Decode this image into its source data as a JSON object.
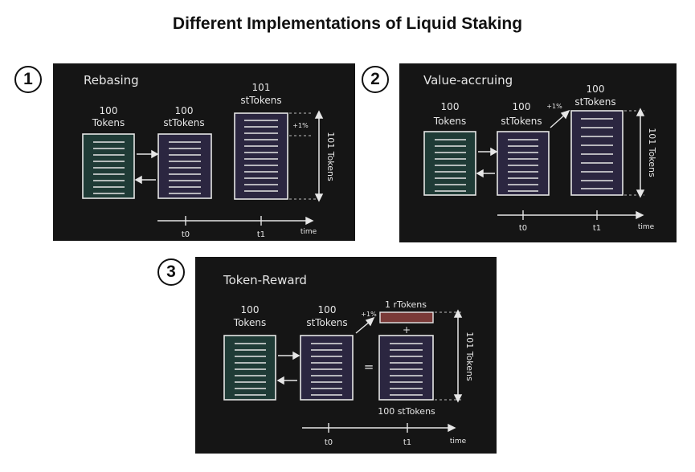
{
  "title": "Different Implementations of Liquid Staking",
  "panels": [
    {
      "number": "1",
      "heading": "Rebasing",
      "box1_top": "100",
      "box1_bottom": "Tokens",
      "box2_top": "100",
      "box2_bottom": "stTokens",
      "box3_top": "101",
      "box3_bottom": "stTokens",
      "increment": "+1%",
      "side_label": "101 Tokens",
      "t0": "t0",
      "t1": "t1",
      "time": "time"
    },
    {
      "number": "2",
      "heading": "Value-accruing",
      "box1_top": "100",
      "box1_bottom": "Tokens",
      "box2_top": "100",
      "box2_bottom": "stTokens",
      "box3_top": "100",
      "box3_bottom": "stTokens",
      "increment": "+1%",
      "side_label": "101 Tokens",
      "t0": "t0",
      "t1": "t1",
      "time": "time"
    },
    {
      "number": "3",
      "heading": "Token-Reward",
      "box1_top": "100",
      "box1_bottom": "Tokens",
      "box2_top": "100",
      "box2_bottom": "stTokens",
      "increment": "+1%",
      "reward_label": "1 rTokens",
      "plus": "+",
      "equals": "=",
      "result_label": "100 stTokens",
      "side_label": "101 Tokens",
      "t0": "t0",
      "t1": "t1",
      "time": "time"
    }
  ],
  "colors": {
    "panel_bg": "#151515",
    "token_box": "#1f3b36",
    "sttoken_box": "#2b2640",
    "reward_bar": "#7a3a38",
    "sketch": "#e6e6e6"
  }
}
